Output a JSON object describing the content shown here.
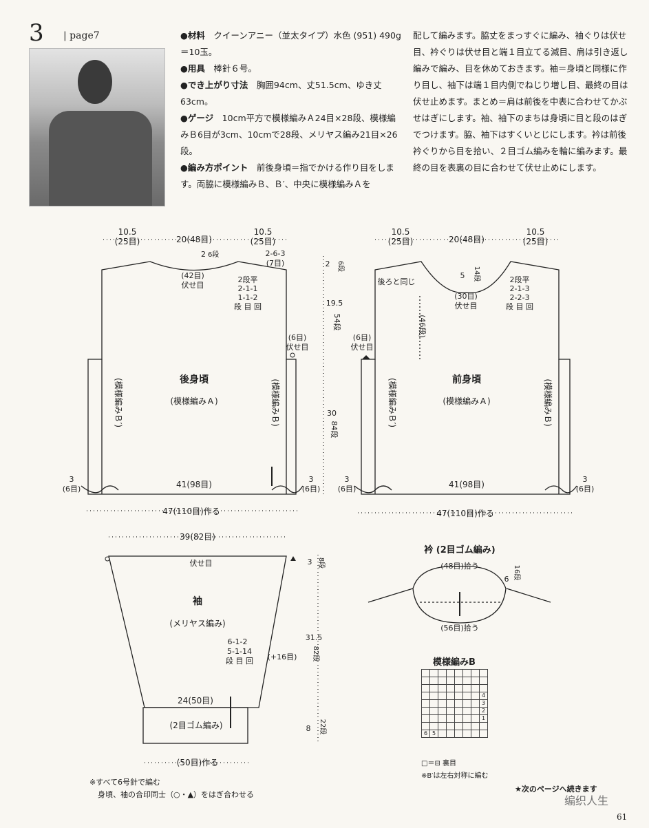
{
  "header": {
    "number": "3",
    "page_ref": "| page7"
  },
  "instructions": {
    "col1": [
      {
        "label": "●材料",
        "text": "　クイーンアニー（並太タイプ）水色 (951) 490g＝10玉。"
      },
      {
        "label": "●用具",
        "text": "　棒針６号。"
      },
      {
        "label": "●でき上がり寸法",
        "text": "　胸囲94cm、丈51.5cm、ゆき丈63cm。"
      },
      {
        "label": "●ゲージ",
        "text": "　10cm平方で模様編みＡ24目×28段、模様編みＢ6目が3cm、10cmで28段、メリヤス編み21目×26段。"
      },
      {
        "label": "●編み方ポイント",
        "text": "　前後身頃＝指でかける作り目をします。両脇に模様編みＢ、Ｂ′、中央に模様編みＡを"
      }
    ],
    "col2": "配して編みます。脇丈をまっすぐに編み、袖ぐりは伏せ目、衿ぐりは伏せ目と端１目立てる減目、肩は引き返し編みで編み、目を休めておきます。袖＝身頃と同様に作り目し、袖下は端１目内側でねじり増し目、最終の目は伏せ止めます。まとめ＝肩は前後を中表に合わせてかぶせはぎにします。袖、袖下のまちは身頃に目と段のはぎでつけます。脇、袖下はすくいとじにします。衿は前後衿ぐりから目を拾い、２目ゴム編みを輪に編みます。最終の目を表裏の目に合わせて伏せ止めにします。"
  },
  "back": {
    "top_left": "10.5",
    "top_left_sub": "(25目)",
    "top_mid": "20(48目)",
    "top_right": "10.5",
    "top_right_sub": "(25目)",
    "neck_dec": "2",
    "neck_dec_sub": "6段",
    "shoulder": "2-6-3",
    "shoulder_sub": "(7目)",
    "neck_bind": "(42目)",
    "neck_bind_sub": "伏せ目",
    "table1": "2段平",
    "table2": "2-1-1",
    "table3": "1-1-2",
    "table4": "段 目 回",
    "side_bind": "(6目)",
    "side_bind_sub": "伏せ目",
    "title": "後身頃",
    "sub": "(模様編みＡ)",
    "side_left": "(模様編みＢ′)",
    "side_right": "(模様編みＢ)",
    "bottom": "41(98目)",
    "corner_left": "3",
    "corner_left_sub": "(6目)",
    "corner_right": "3",
    "corner_right_sub": "(6目)",
    "cast_on": "47(110目)作る"
  },
  "height": {
    "h1": "2",
    "h1_sub": "6段",
    "h2": "19.5",
    "h2_sub": "54段",
    "h3": "30",
    "h3_sub": "84段"
  },
  "front": {
    "top_left": "10.5",
    "top_left_sub": "(25目)",
    "top_mid": "20(48目)",
    "top_right": "10.5",
    "top_right_sub": "(25目)",
    "same_as_back": "後ろと同じ",
    "neck_dec": "5",
    "neck_dec_sub": "14段",
    "neck_bind": "(30目)",
    "neck_bind_sub": "伏せ目",
    "table1": "2段平",
    "table2": "2-1-3",
    "table3": "2-2-3",
    "table4": "段 目 回",
    "center_rows": "(46段)",
    "side_bind": "(6目)",
    "side_bind_sub": "伏せ目",
    "title": "前身頃",
    "sub": "(模様編みＡ)",
    "side_left": "(模様編みＢ′)",
    "side_right": "(模様編みＢ)",
    "bottom": "41(98目)",
    "corner_left": "3",
    "corner_left_sub": "(6目)",
    "corner_right": "3",
    "corner_right_sub": "(6目)",
    "cast_on": "47(110目)作る"
  },
  "sleeve": {
    "top": "39(82目)",
    "bind": "伏せ目",
    "top_h": "3",
    "top_h_sub": "8段",
    "title": "袖",
    "sub": "(メリヤス編み)",
    "inc1": "6-1-2",
    "inc2": "5-1-14",
    "inc3": "段 目 回",
    "inc_total": "(+16目)",
    "mid_h": "31.5",
    "mid_h_sub": "82段",
    "cuff_w": "24(50目)",
    "cuff_label": "(2目ゴム編み)",
    "cuff_h": "8",
    "cuff_h_sub": "22段",
    "cast_on": "(50目)作る"
  },
  "collar": {
    "title": "衿 (2目ゴム編み)",
    "pick_back": "(48目)拾う",
    "pick_front": "(56目)拾う",
    "height": "6",
    "height_sub": "16段"
  },
  "chart_b": {
    "title": "模様編みB",
    "legend": "□＝⊟ 裏目",
    "note": "※B′は左右対称に編む",
    "rows": [
      "4",
      "3",
      "2",
      "1"
    ],
    "cols": [
      "6",
      "5"
    ]
  },
  "footer": {
    "note1": "※すべて6号針で編む",
    "note2": "身頃、袖の合印同士（○・▲）をはぎ合わせる",
    "next": "★次のページへ続きます",
    "watermark": "编织人生",
    "page": "61"
  }
}
